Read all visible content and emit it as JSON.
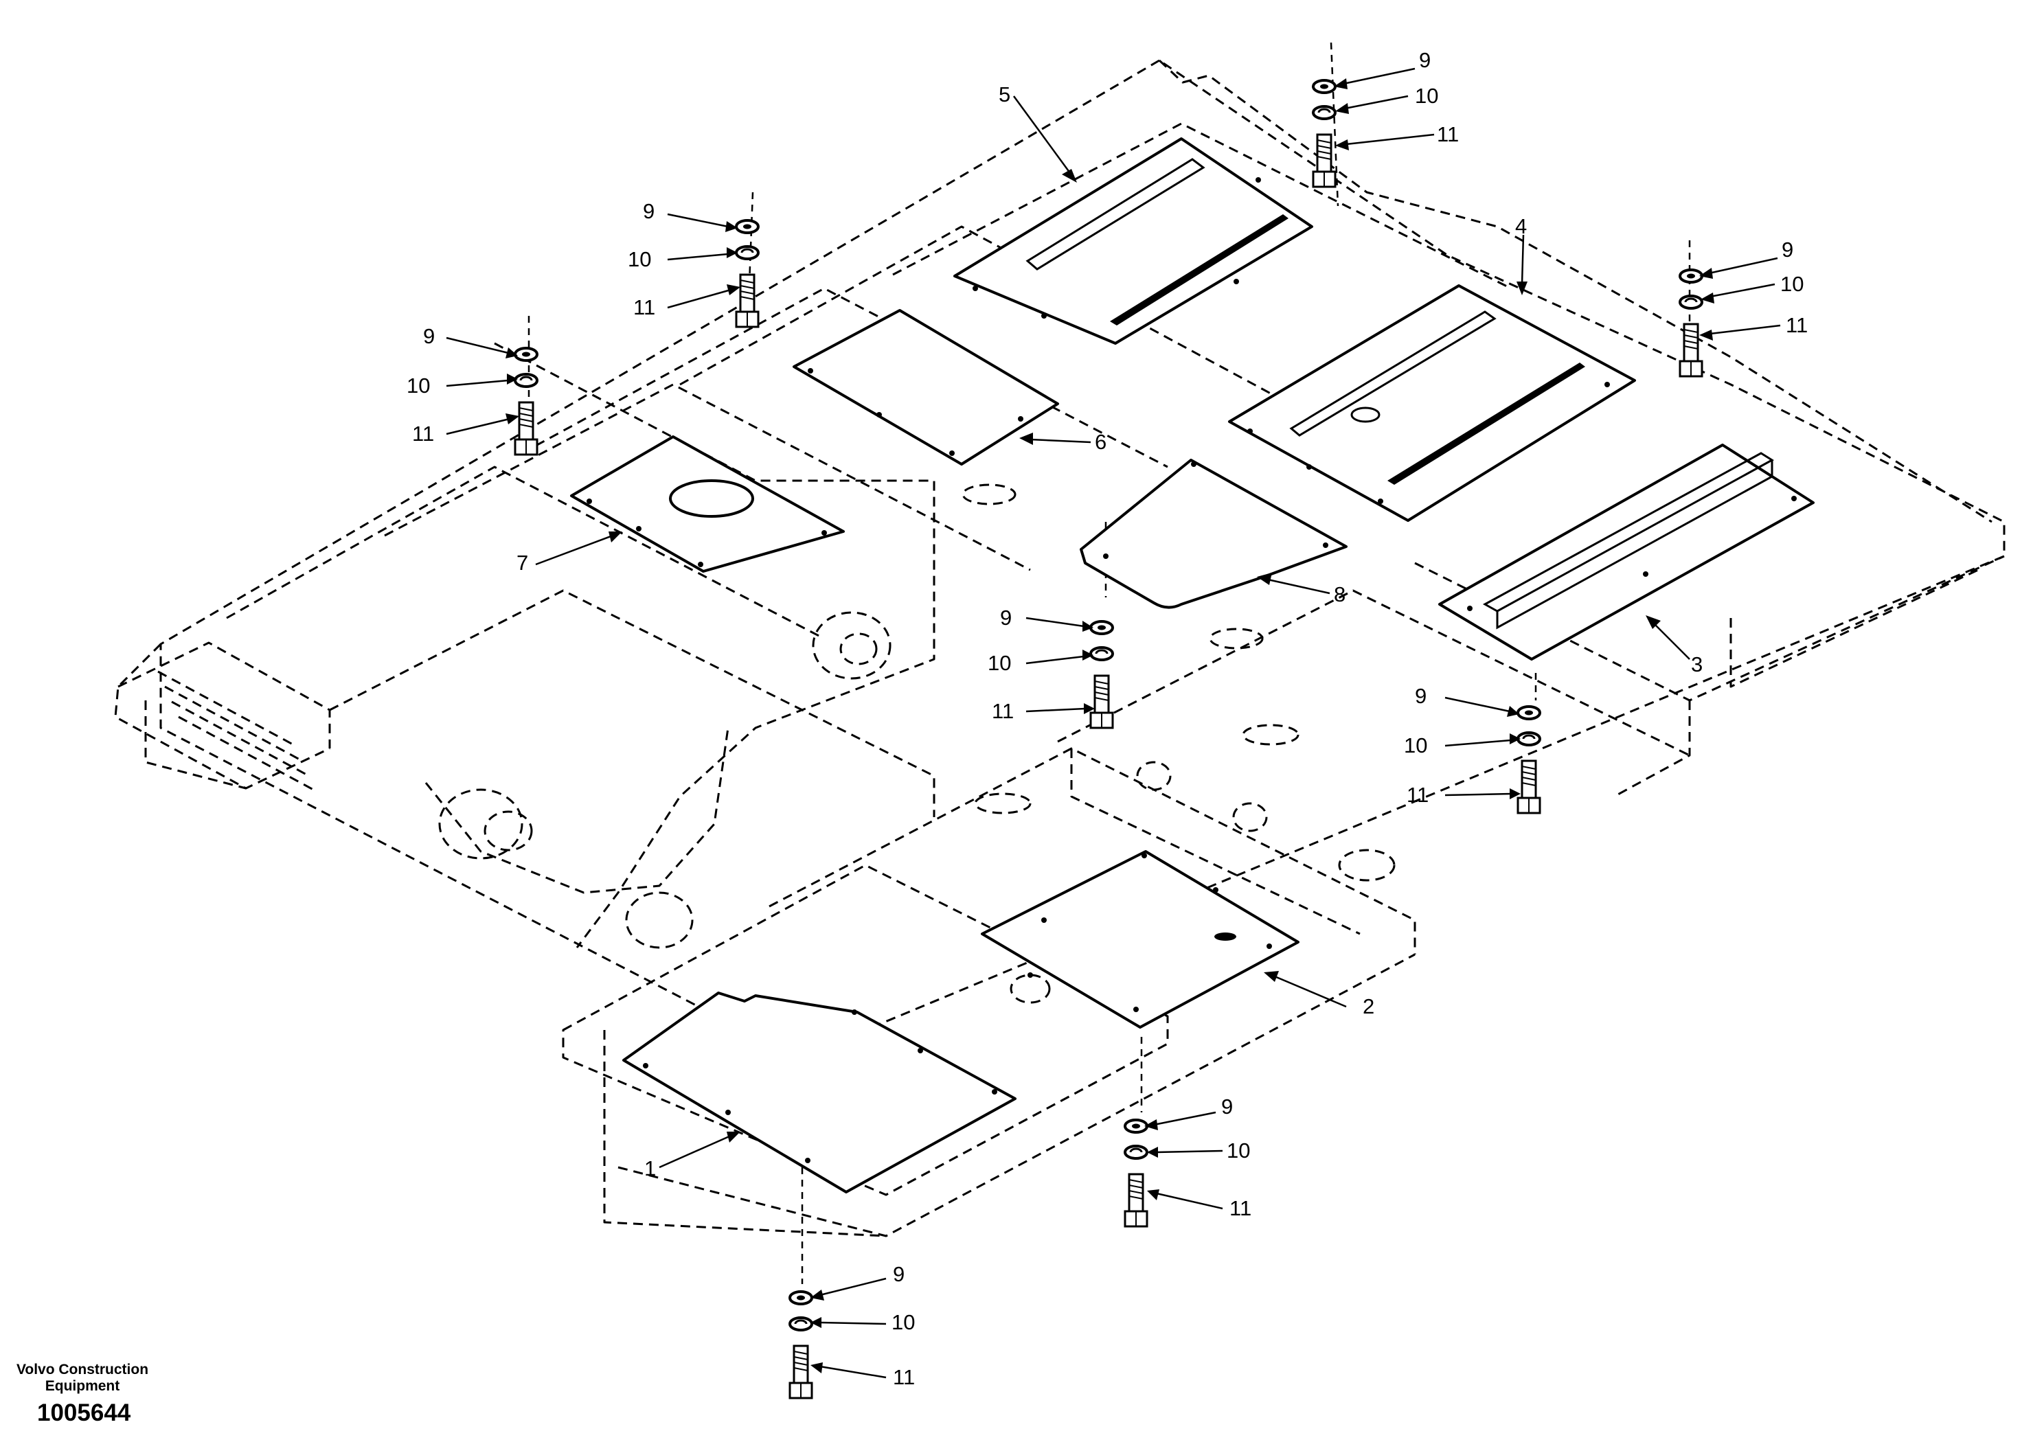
{
  "figure": {
    "publisher_line1": "Volvo Construction",
    "publisher_line2": "Equipment",
    "drawing_number": "1005644"
  },
  "callouts": {
    "c1": "1",
    "c2": "2",
    "c3": "3",
    "c4": "4",
    "c5": "5",
    "c6": "6",
    "c7": "7",
    "c8": "8",
    "washer_flat": "9",
    "washer_spring": "10",
    "bolt": "11"
  }
}
